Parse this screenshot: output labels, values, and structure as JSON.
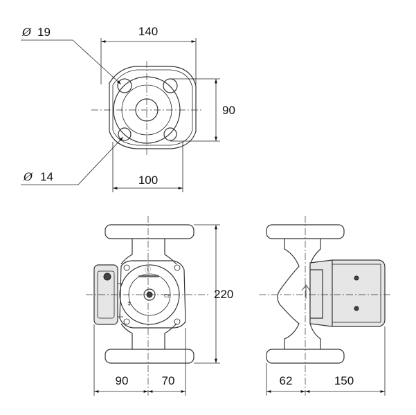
{
  "top_view": {
    "dia_top": {
      "symbol": "Ø",
      "value": "19"
    },
    "dia_bottom": {
      "symbol": "Ø",
      "value": "14"
    },
    "dim_width": "140",
    "dim_height": "90",
    "dim_bolt": "100"
  },
  "front_view": {
    "dim_height": "220",
    "dim_left": "90",
    "dim_right": "70"
  },
  "side_view": {
    "dim_left": "62",
    "dim_right": "150"
  }
}
